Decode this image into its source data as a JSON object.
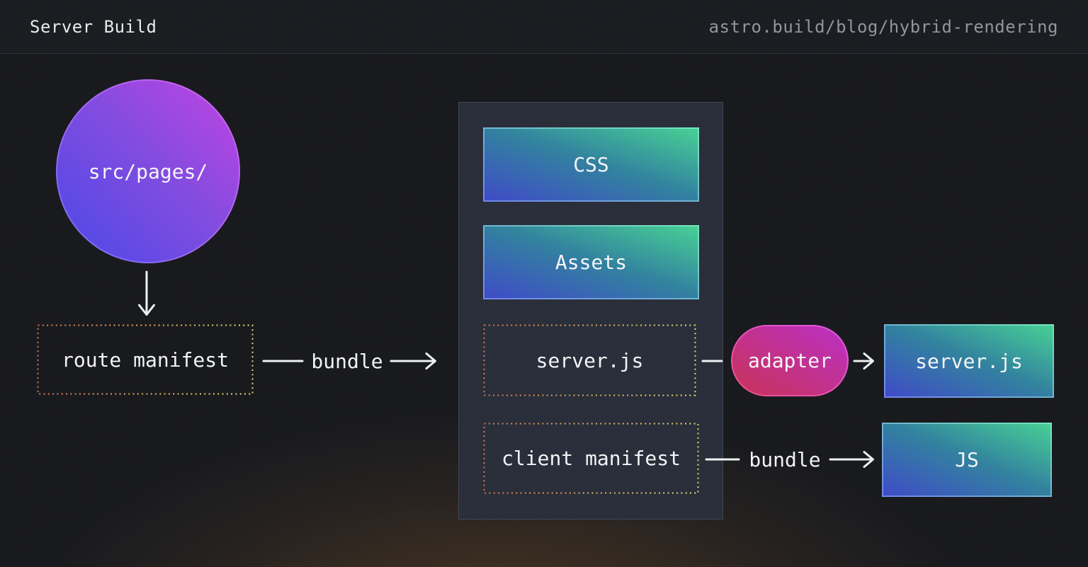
{
  "header": {
    "title": "Server Build",
    "url": "astro.build/blog/hybrid-rendering"
  },
  "nodes": {
    "source": {
      "label": "src/pages/"
    },
    "route_manifest": {
      "label": "route manifest"
    },
    "css": {
      "label": "CSS"
    },
    "assets": {
      "label": "Assets"
    },
    "server_js_bundle": {
      "label": "server.js"
    },
    "client_manifest": {
      "label": "client manifest"
    },
    "adapter": {
      "label": "adapter"
    },
    "server_js_output": {
      "label": "server.js"
    },
    "js_output": {
      "label": "JS"
    }
  },
  "edges": {
    "bundle_left_label": "bundle",
    "bundle_right_label": "bundle"
  },
  "colors": {
    "background": "#141519",
    "header_background": "#17181d",
    "panel_background": "#252a36",
    "arrow": "#eef0f2",
    "purple_gradient_start": "#4645e6",
    "purple_gradient_end": "#c13fe2",
    "teal_gradient_start": "#3b48c6",
    "teal_gradient_end": "#43cf92",
    "pink_gradient_start": "#c72f53",
    "pink_gradient_end": "#ba2bc4",
    "dotted_border_start": "#d9774f",
    "dotted_border_end": "#e6dc72",
    "glow": "#c97f2d"
  }
}
